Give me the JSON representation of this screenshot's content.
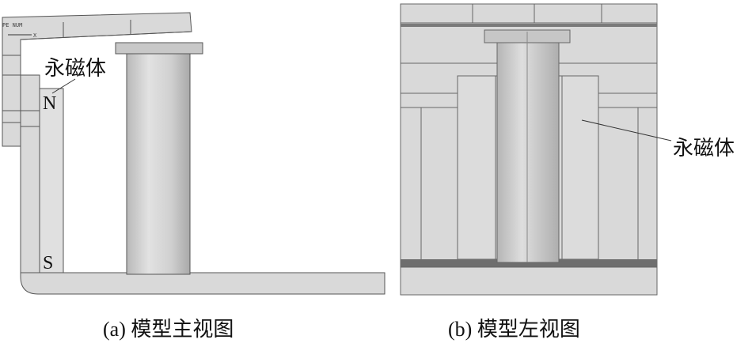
{
  "view_a": {
    "label_magnet": "永磁体",
    "pole_n": "N",
    "pole_s": "S",
    "triad_text": "PE NUM",
    "triad_axis": "X",
    "caption": "(a)  模型主视图"
  },
  "view_b": {
    "label_magnet": "永磁体",
    "caption": "(b)  模型左视图"
  },
  "colors": {
    "part_fill": "#d9d9d9",
    "edge": "#555555",
    "dark_band": "#6e6e6e",
    "background": "#ffffff"
  }
}
